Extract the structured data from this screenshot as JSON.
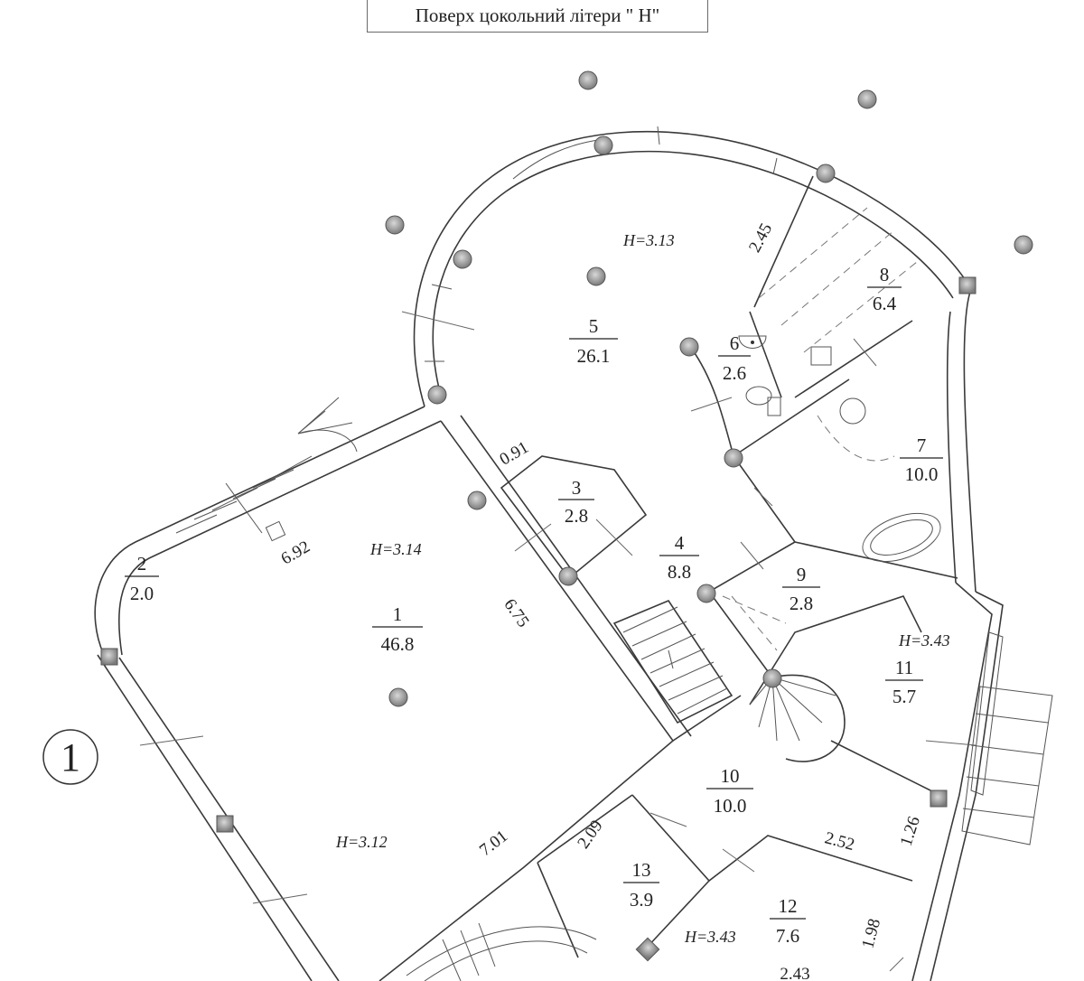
{
  "title": "Поверх цокольний літери \" Н\"",
  "section_marker": "1",
  "rooms": [
    {
      "num": "1",
      "area": "46.8"
    },
    {
      "num": "2",
      "area": "2.0"
    },
    {
      "num": "3",
      "area": "2.8"
    },
    {
      "num": "4",
      "area": "8.8"
    },
    {
      "num": "5",
      "area": "26.1"
    },
    {
      "num": "6",
      "area": "2.6"
    },
    {
      "num": "7",
      "area": "10.0"
    },
    {
      "num": "8",
      "area": "6.4"
    },
    {
      "num": "9",
      "area": "2.8"
    },
    {
      "num": "10",
      "area": "10.0"
    },
    {
      "num": "11",
      "area": "5.7"
    },
    {
      "num": "12",
      "area": "7.6"
    },
    {
      "num": "13",
      "area": "3.9"
    }
  ],
  "heights": [
    "H=3.13",
    "H=3.14",
    "H=3.12",
    "H=3.43",
    "H=3.43"
  ],
  "dimensions": [
    "2.45",
    "0.91",
    "6.92",
    "6.75",
    "7.01",
    "2.09",
    "2.52",
    "1.26",
    "1.98",
    "2.43"
  ]
}
